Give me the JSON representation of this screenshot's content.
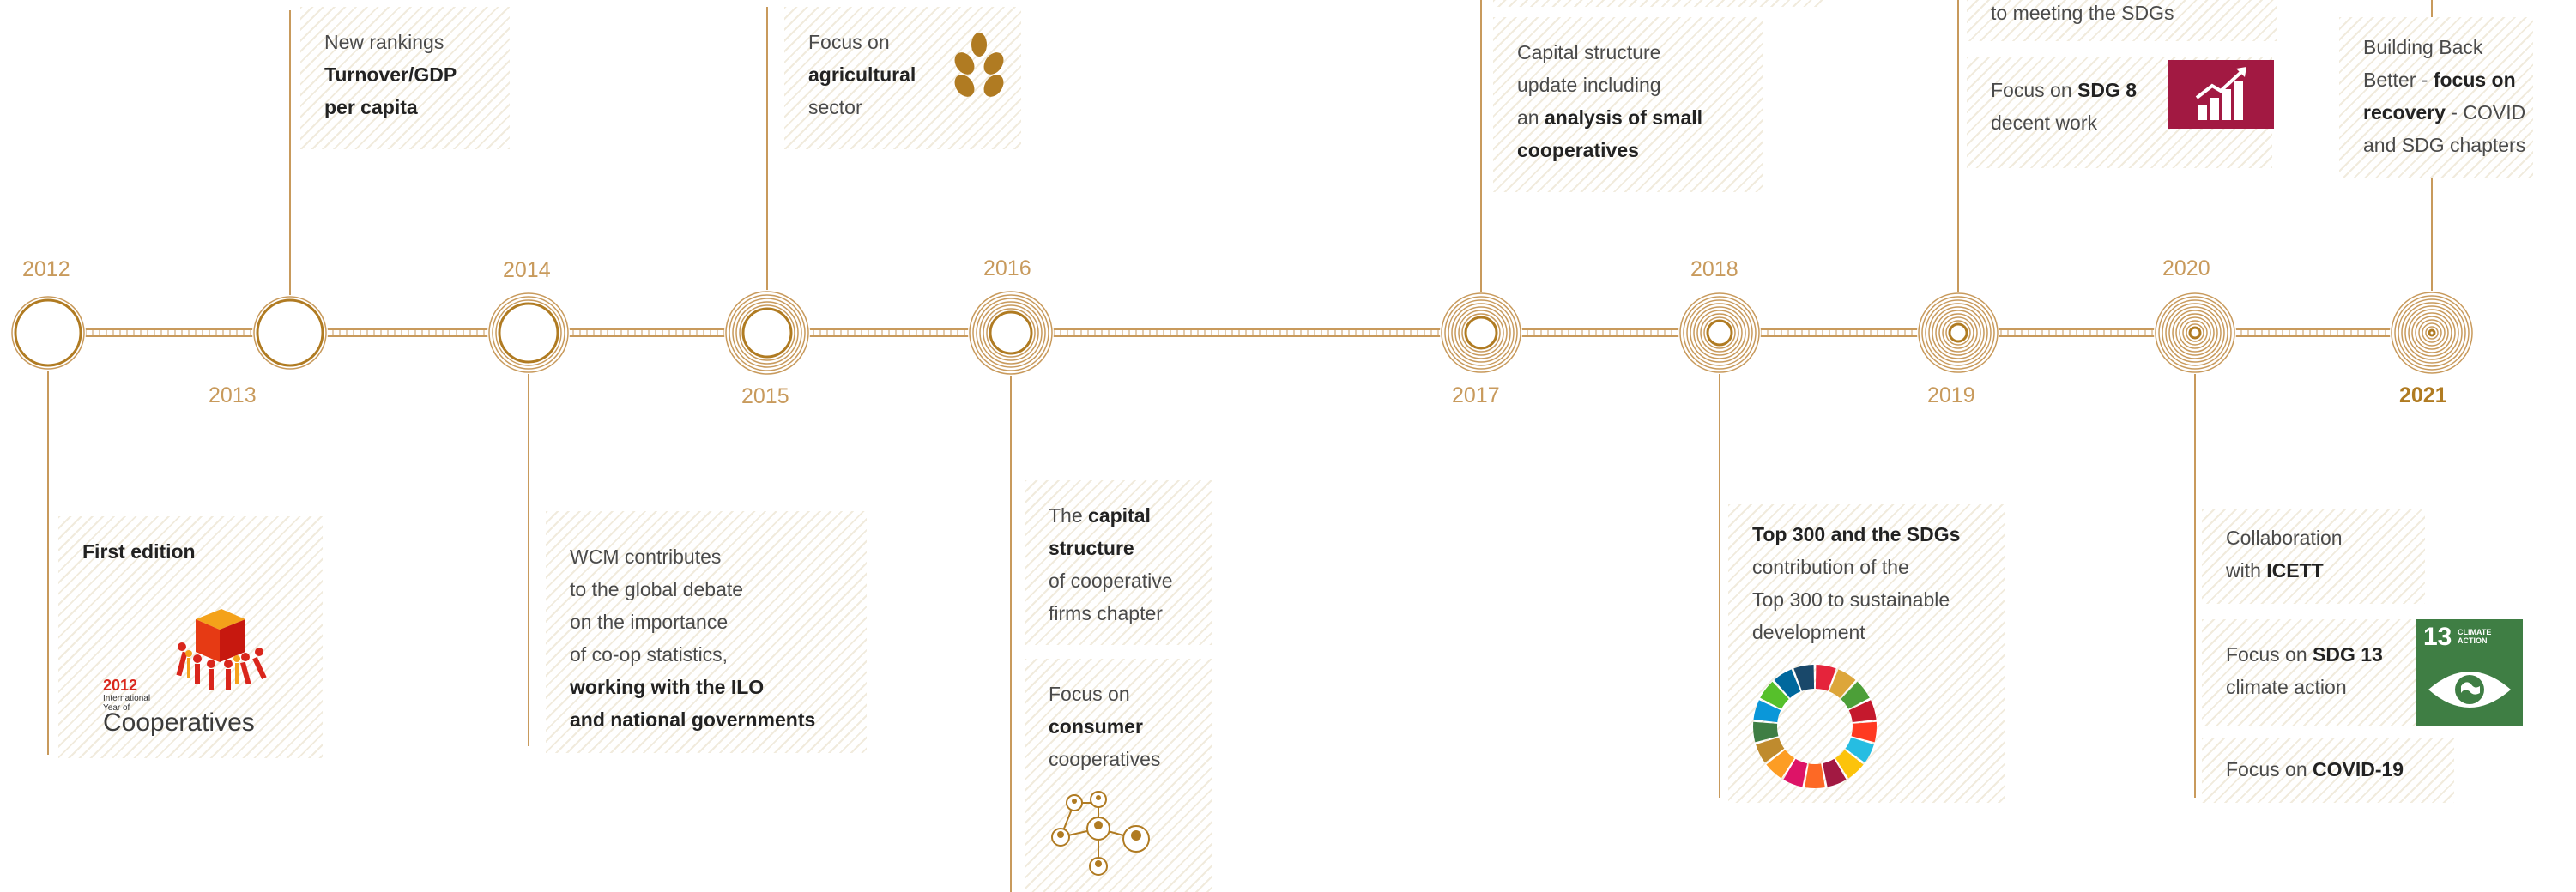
{
  "colors": {
    "accent": "#b07b22",
    "line": "#c89a5c",
    "sdg8": "#a21942",
    "sdg13": "#3f7e44"
  },
  "years": [
    "2012",
    "2013",
    "2014",
    "2015",
    "2016",
    "2017",
    "2018",
    "2019",
    "2020",
    "2021"
  ],
  "events": {
    "e2012": {
      "title": "First edition",
      "logo_year": "2012",
      "logo_line1": "International",
      "logo_line2": "Year of",
      "logo_word": "Cooperatives"
    },
    "e2013": {
      "l1": "New rankings",
      "l2": "Turnover/GDP",
      "l3": "per capita"
    },
    "e2014": {
      "l1": "WCM contributes",
      "l2": "to the global debate",
      "l3": "on the importance",
      "l4": "of co-op statistics,",
      "l5": "working with the ILO",
      "l6": "and national governments"
    },
    "e2015": {
      "l1": "Focus on",
      "l2": "agricultural",
      "l3": "sector",
      "icon": "wheat-icon"
    },
    "e2016a": {
      "l1a": "The ",
      "l1b": "capital",
      "l2": "structure",
      "l3": "of cooperative",
      "l4": "firms chapter"
    },
    "e2016b": {
      "l1": "Focus on",
      "l2": "consumer",
      "l3": "cooperatives",
      "icon": "network-people-icon"
    },
    "e2017": {
      "l1": "Capital structure",
      "l2": "update including",
      "l3a": "an ",
      "l3b": "analysis of small",
      "l4": "cooperatives"
    },
    "e2018": {
      "l1": "Top 300 and the SDGs",
      "l2": "contribution of the",
      "l3": "Top 300 to sustainable",
      "l4": "development",
      "icon": "sdg-wheel-icon"
    },
    "e2019a": {
      "l1": "to meeting the SDGs"
    },
    "e2019b": {
      "l1a": "Focus on ",
      "l1b": "SDG 8",
      "l2": "decent work",
      "icon": "sdg8-growth-icon"
    },
    "e2020a": {
      "l1": "Collaboration",
      "l2a": "with ",
      "l2b": "ICETT"
    },
    "e2020b": {
      "l1a": "Focus on ",
      "l1b": "SDG 13",
      "l2": "climate action",
      "badge_num": "13",
      "badge_l1": "CLIMATE",
      "badge_l2": "ACTION",
      "icon": "sdg13-eye-icon"
    },
    "e2020c": {
      "l1a": "Focus on ",
      "l1b": "COVID-19"
    },
    "e2021": {
      "l1": "Building Back",
      "l2a": "Better - ",
      "l2b": "focus on",
      "l3a": "recovery",
      "l3b": " - COVID",
      "l4": "and SDG chapters"
    }
  }
}
